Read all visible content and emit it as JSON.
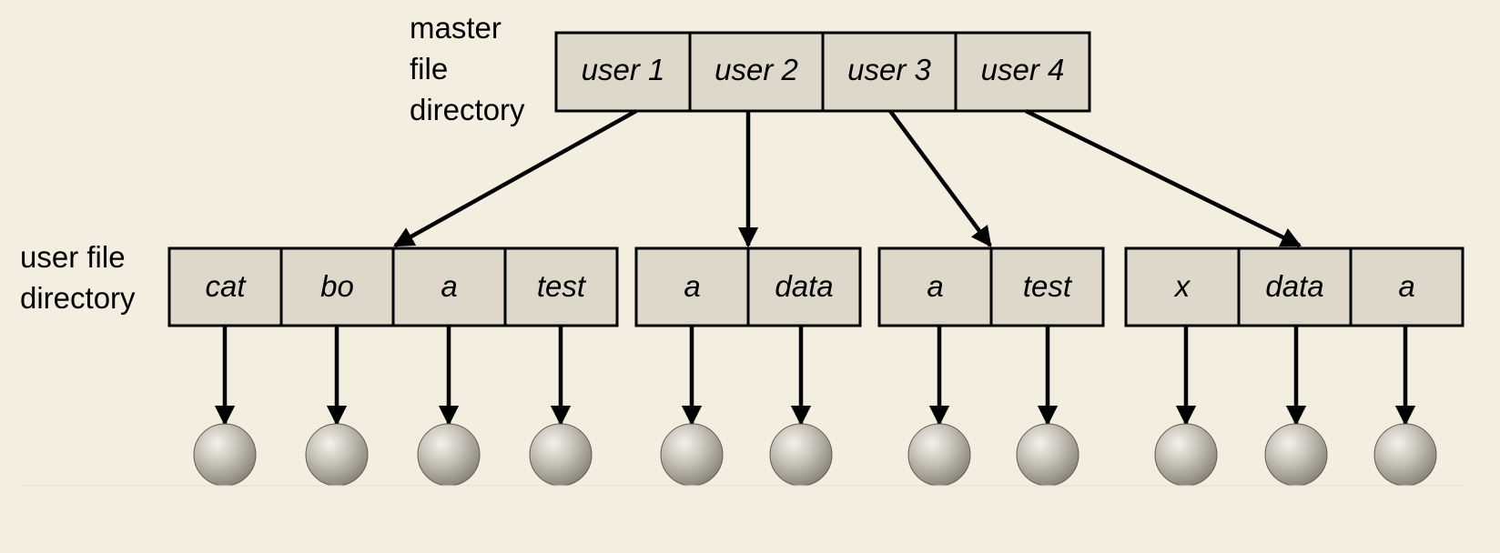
{
  "labels": {
    "master_line1": "master",
    "master_line2": "file",
    "master_line3": "directory",
    "user_line1": "user  file",
    "user_line2": "directory"
  },
  "master_directory": [
    "user 1",
    "user 2",
    "user 3",
    "user 4"
  ],
  "user_directories": [
    [
      "cat",
      "bo",
      "a",
      "test"
    ],
    [
      "a",
      "data"
    ],
    [
      "a",
      "test"
    ],
    [
      "x",
      "data",
      "a"
    ]
  ],
  "colors": {
    "background": "#f3eedf",
    "cell_fill": "#ded8cb",
    "line": "#000000",
    "sphere_light": "#f2f0ea",
    "sphere_dark": "#8f8a80"
  }
}
